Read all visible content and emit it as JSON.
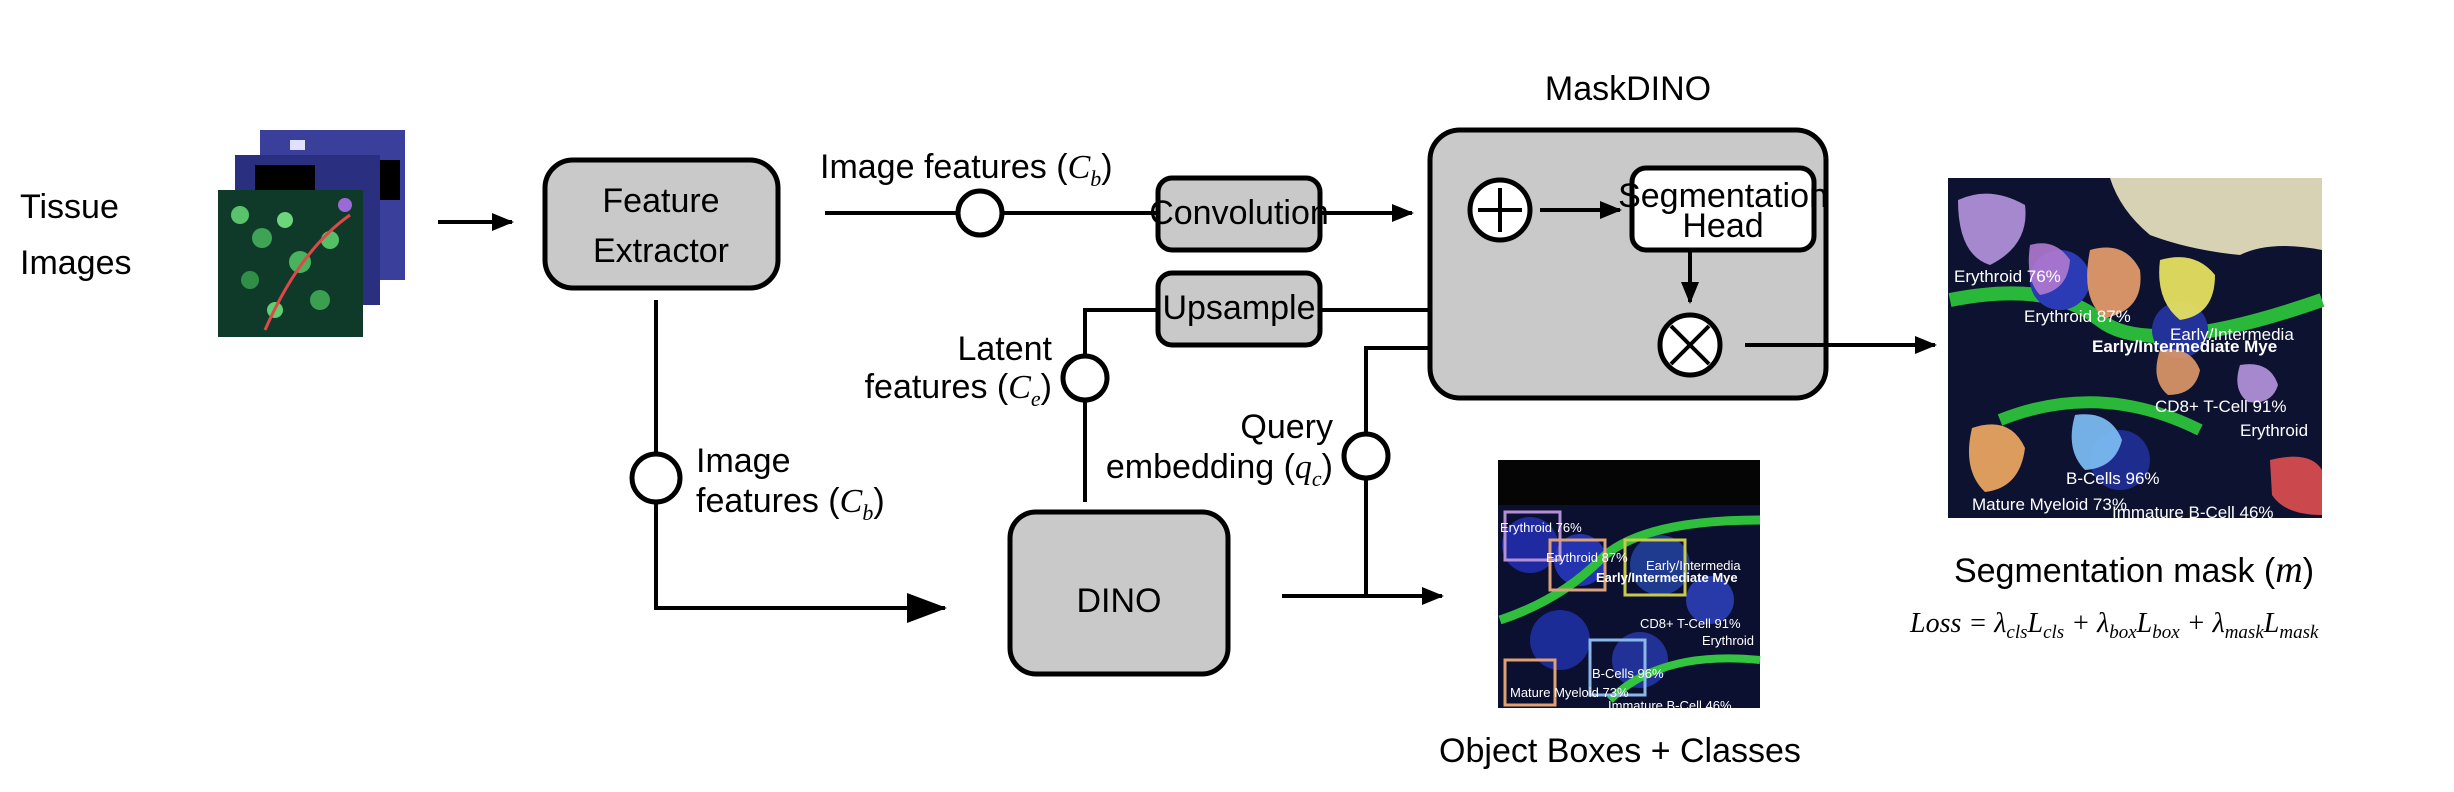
{
  "input": {
    "line1": "Tissue",
    "line2": "Images"
  },
  "feature_extractor": {
    "line1": "Feature",
    "line2": "Extractor"
  },
  "image_features_top": {
    "text": "Image features (",
    "symbol": "C",
    "sub": "b",
    "close": ")"
  },
  "image_features_left": {
    "line1": "Image",
    "line2": "features (",
    "symbol": "C",
    "sub": "b",
    "close": ")"
  },
  "latent_features": {
    "line1": "Latent",
    "line2": "features (",
    "symbol": "C",
    "sub": "e",
    "close": ")"
  },
  "query_embedding": {
    "line1": "Query",
    "line2": "embedding (",
    "symbol": "q",
    "sub": "c",
    "close": ")"
  },
  "convolution": {
    "label": "Convolution"
  },
  "upsample": {
    "label": "Upsample"
  },
  "maskdino": {
    "title": "MaskDINO"
  },
  "segmentation_head": {
    "line1": "Segmentation",
    "line2": "Head"
  },
  "dino": {
    "label": "DINO"
  },
  "object_boxes": {
    "caption": "Object Boxes + Classes",
    "labels": [
      "Erythroid 76%",
      "Erythroid 87%",
      "Early/Intermedia",
      "Early/Intermediate Mye",
      "CD8+ T-Cell 91%",
      "Erythroid",
      "B-Cells 96%",
      "Mature Myeloid 73%",
      "Immature B-Cell 46%"
    ]
  },
  "segmentation_mask": {
    "caption": "Segmentation mask (",
    "symbol": "m",
    "close": ")",
    "labels": [
      "Erythroid 76%",
      "Erythroid 87%",
      "Early/Intermedia",
      "Early/Intermediate Mye",
      "CD8+ T-Cell 91%",
      "Erythroid",
      "B-Cells 96%",
      "Mature Myeloid 73%",
      "Immature B-Cell 46%"
    ]
  },
  "loss": {
    "text": "Loss = λ",
    "t1": "cls",
    "t2": "L",
    "t3": "cls",
    "t4": " + λ",
    "t5": "box",
    "t6": "L",
    "t7": "box",
    "t8": " + λ",
    "t9": "mask",
    "t10": "L",
    "t11": "mask"
  },
  "colors": {
    "box_fill": "#c9c9c9",
    "stroke": "#000000",
    "background": "#ffffff"
  }
}
